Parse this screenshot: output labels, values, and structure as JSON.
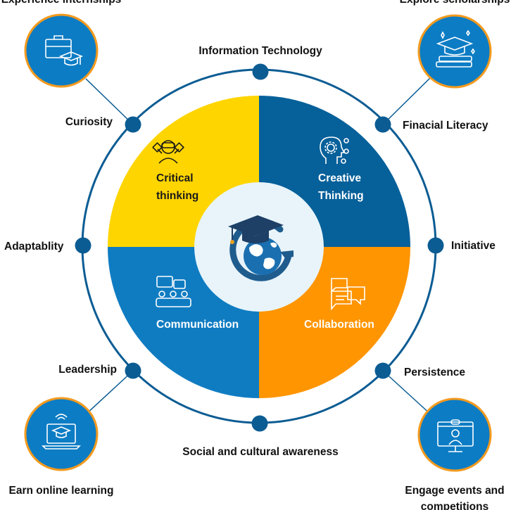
{
  "colors": {
    "quadrant_top_left": "#FFD500",
    "quadrant_top_right": "#06609A",
    "quadrant_bottom_left": "#0F7CC2",
    "quadrant_bottom_right": "#FF9500",
    "ring": "#0B5C93",
    "center_fill": "#E8F4FA",
    "corner_circle": "#0C7CC4",
    "corner_border": "#F39A1E"
  },
  "quadrants": {
    "top_left": {
      "line1": "Critical",
      "line2": "thinking",
      "icon": "person-thinking-icon"
    },
    "top_right": {
      "line1": "Creative",
      "line2": "Thinking",
      "icon": "head-gears-icon"
    },
    "bottom_left": {
      "label": "Communication",
      "icon": "people-chat-icon"
    },
    "bottom_right": {
      "label": "Collaboration",
      "icon": "chat-bubbles-icon"
    }
  },
  "ring_labels": {
    "top": "Information Technology",
    "upper_left": "Curiosity",
    "upper_right": "Finacial Literacy",
    "left": "Adaptablity",
    "right": "Initiative",
    "lower_left": "Leadership",
    "lower_right": "Persistence",
    "bottom": "Social and cultural awareness"
  },
  "corners": {
    "top_left": {
      "label": "Experience internships",
      "icon": "briefcase-graduation-icon"
    },
    "top_right": {
      "label": "Explore scholarships",
      "icon": "graduation-books-icon"
    },
    "bottom_left": {
      "label": "Earn online learning",
      "icon": "online-learning-laptop-icon"
    },
    "bottom_right": {
      "label": "Engage events and competitions",
      "icon": "video-conference-icon"
    }
  },
  "center": {
    "icon": "globe-graduation-cap-logo"
  }
}
